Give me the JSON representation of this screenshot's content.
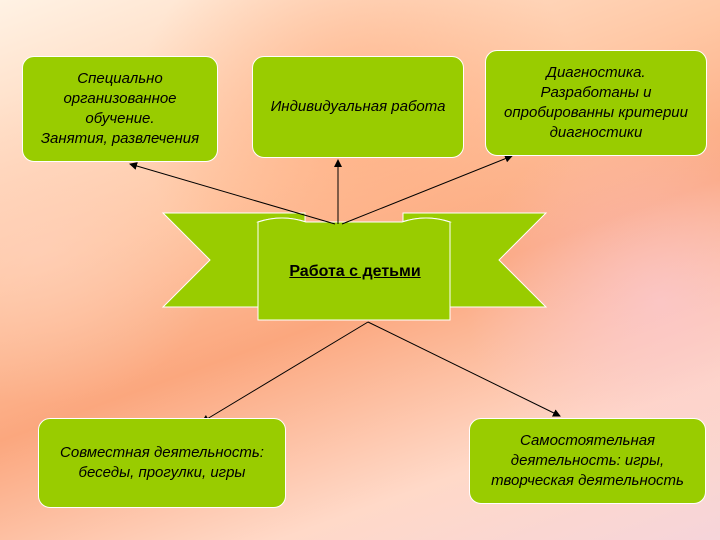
{
  "center": {
    "label": "Работа с детьми"
  },
  "top_left": {
    "text": "Специально\nорганизованное\nобучение.\nЗанятия, развлечения"
  },
  "top_middle": {
    "text": "Индивидуальная работа"
  },
  "top_right": {
    "text": "Диагностика.\nРазработаны и\nопробированны критерии\nдиагностики"
  },
  "bottom_left": {
    "text": "Совместная деятельность:\nбеседы, прогулки, игры"
  },
  "bottom_right": {
    "text": "Самостоятельная\nдеятельность: игры,\nтворческая деятельность"
  },
  "colors": {
    "box_fill": "#99cc00",
    "box_border": "#ffffff",
    "arrow": "#000000"
  }
}
